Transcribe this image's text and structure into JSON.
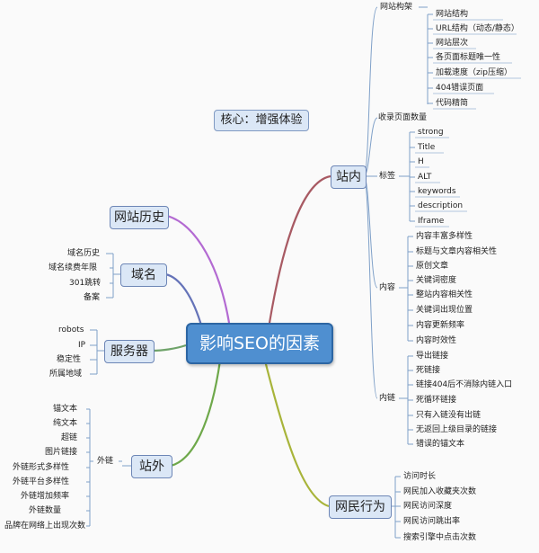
{
  "center": "影响SEO的因素",
  "core": "核心：增强体验",
  "zhannei": {
    "title": "站内",
    "wangzhan_jiagou": {
      "label": "网站构架",
      "items": [
        "网站结构",
        "URL结构（动态/静态）",
        "网站层次",
        "各页面标题唯一性",
        "加载速度（zip压缩）",
        "404错误页面",
        "代码精简"
      ]
    },
    "shoulu": "收录页面数量",
    "biaoqian": {
      "label": "标签",
      "items": [
        "strong",
        "Title",
        "H",
        "ALT",
        "keywords",
        "description",
        "Iframe"
      ]
    },
    "neirong": {
      "label": "内容",
      "items": [
        "内容丰富多样性",
        "标题与文章内容相关性",
        "原创文章",
        "关键词密度",
        "整站内容相关性",
        "关键词出现位置",
        "内容更新频率",
        "内容时效性"
      ]
    },
    "neilian": {
      "label": "内链",
      "items": [
        "导出链接",
        "死链接",
        "链接404后不消除内链入口",
        "死循环链接",
        "只有入链没有出链",
        "无返回上级目录的链接",
        "错误的锚文本"
      ]
    }
  },
  "wangmin": {
    "title": "网民行为",
    "items": [
      "访问时长",
      "网民加入收藏夹次数",
      "网民访问深度",
      "网民访问跳出率",
      "搜索引擎中点击次数"
    ]
  },
  "lishi": {
    "title": "网站历史"
  },
  "yuming": {
    "title": "域名",
    "items": [
      "域名历史",
      "域名续费年限",
      "301跳转",
      "备案"
    ]
  },
  "fuwuqi": {
    "title": "服务器",
    "items": [
      "robots",
      "IP",
      "稳定性",
      "所属地域"
    ]
  },
  "zhanwai": {
    "title": "站外",
    "items_top": [
      "锚文本",
      "纯文本",
      "超链",
      "图片链接"
    ],
    "waimian": "外链",
    "items_bottom": [
      "外链形式多样性",
      "外链平台多样性",
      "外链增加频率",
      "外链数量",
      "品牌在网络上出现次数"
    ]
  },
  "colors": {
    "zhannei": "#a85a63",
    "wangmin": "#a8b43a",
    "lishi": "#b36ad2",
    "yuming": "#6573b8",
    "fuwuqi": "#6fa36a",
    "zhanwai": "#6ea84a"
  }
}
